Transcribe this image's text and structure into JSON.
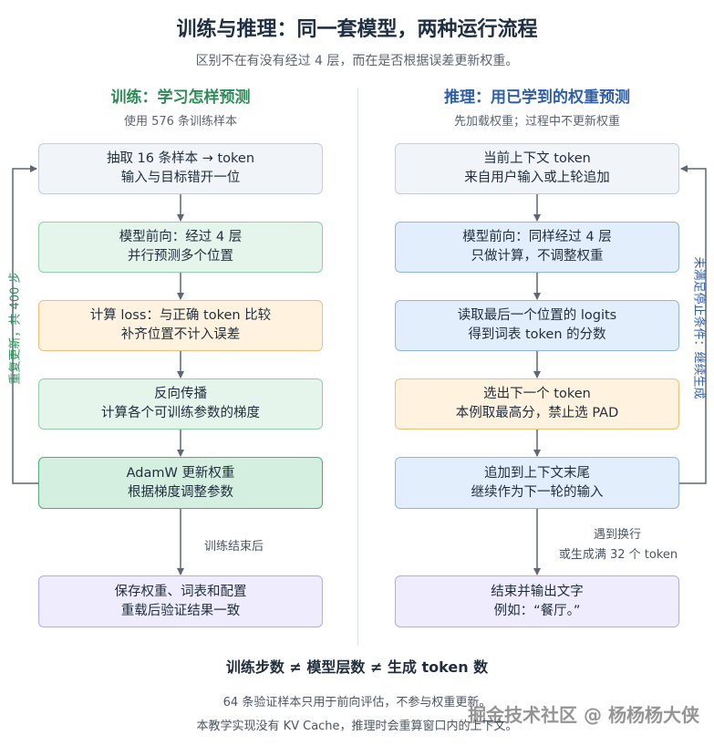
{
  "title": "训练与推理：同一套模型，两种运行流程",
  "subtitle": "区别不在有没有经过 4 层，而在是否根据误差更新权重。",
  "left": {
    "heading": "训练：学习怎样预测",
    "sub": "使用 576 条训练样本",
    "boxes": [
      {
        "l1": "抽取 16 条样本 → token",
        "l2": "输入与目标错开一位"
      },
      {
        "l1": "模型前向：经过 4 层",
        "l2": "并行预测多个位置"
      },
      {
        "l1": "计算 loss：与正确 token 比较",
        "l2": "补齐位置不计入误差"
      },
      {
        "l1": "反向传播",
        "l2": "计算各个可训练参数的梯度"
      },
      {
        "l1": "AdamW 更新权重",
        "l2": "根据梯度调整参数"
      },
      {
        "l1": "保存权重、词表和配置",
        "l2": "重载后验证结果一致"
      }
    ],
    "loop_label": "重复更新，共 400 步",
    "end_label": "训练结束后"
  },
  "right": {
    "heading": "推理：用已学到的权重预测",
    "sub": "先加载权重；过程中不更新权重",
    "boxes": [
      {
        "l1": "当前上下文 token",
        "l2": "来自用户输入或上轮追加"
      },
      {
        "l1": "模型前向：同样经过 4 层",
        "l2": "只做计算，不调整权重"
      },
      {
        "l1": "读取最后一个位置的 logits",
        "l2": "得到词表 token 的分数"
      },
      {
        "l1": "选出下一个 token",
        "l2": "本例取最高分，禁止选 PAD"
      },
      {
        "l1": "追加到上下文末尾",
        "l2": "继续作为下一轮的输入"
      },
      {
        "l1": "结束并输出文字",
        "l2": "例如：“餐厅。”"
      }
    ],
    "loop_label": "未满足停止条件：继续生成",
    "end_label_1": "遇到换行",
    "end_label_2": "或生成满 32 个 token"
  },
  "footer": {
    "main": "训练步数 ≠ 模型层数 ≠ 生成 token 数",
    "line1": "64 条验证样本只用于前向评估，不参与权重更新。",
    "line2": "本教学实现没有 KV Cache，推理时会重算窗口内的上下文。"
  },
  "watermark": "掘金技术社区 @ 杨杨杨大侠",
  "colors": {
    "train_heading": "#2e8b57",
    "infer_heading": "#2f5fa8",
    "loop_train": "#2e8b57",
    "loop_infer": "#2f5fa8",
    "arrow": "#5b6677",
    "loop_line": "#4b5563"
  }
}
